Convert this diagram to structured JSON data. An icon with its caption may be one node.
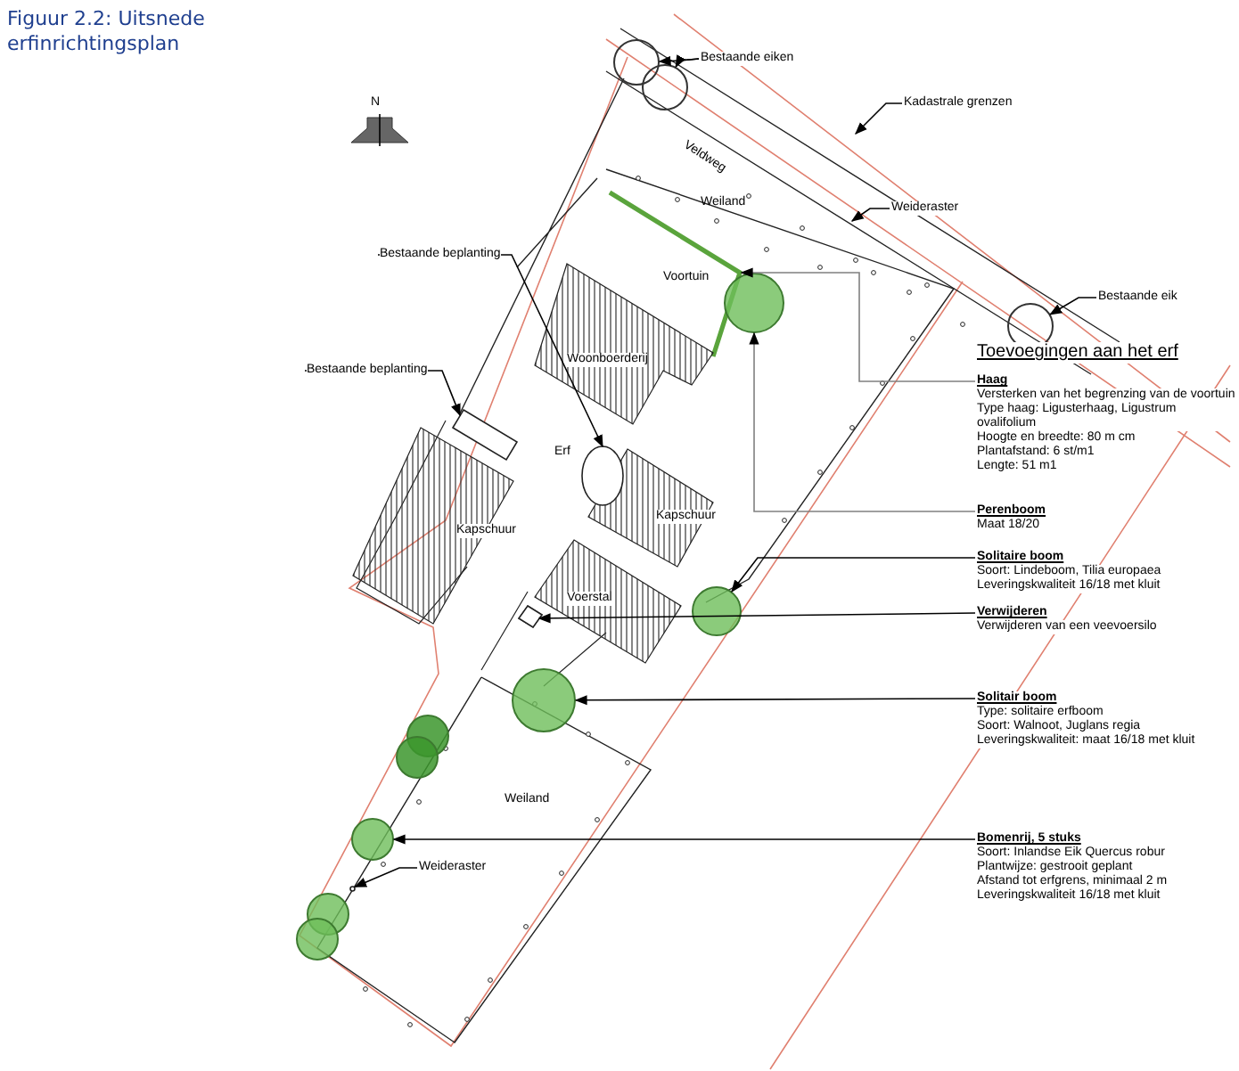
{
  "diagram": {
    "title": "Figuur 2.2: Uitsnede erfinrichtingsplan",
    "nodes": [
      {
        "text": [
          "Bestaande eiken"
        ]
      },
      {
        "text": [],
        "shape": "circle"
      },
      {
        "text": [],
        "shape": "circle"
      },
      {
        "text": [
          "Kadastrale grenzen"
        ]
      },
      {
        "text": [
          "Weideraster"
        ]
      },
      {
        "text": [
          "Bestaande eik"
        ]
      },
      {
        "text": [],
        "shape": "circle"
      },
      {
        "text": [
          "Bestaande beplanting"
        ]
      },
      {
        "text": [],
        "shape": "circle"
      },
      {
        "text": [
          "Bestaande beplanting"
        ]
      },
      {
        "text": [
          "Haag",
          "Versterken van het begrenzing van de voortuin",
          "Type haag: Ligusterhaag, Ligustrum ovalifolium",
          "Hoogte en breedte: 80 m cm",
          "Plantafstand: 6 st/m1",
          "Lengte: 51 m1"
        ]
      },
      {
        "text": [
          "Perenboom",
          "Maat 18/20"
        ]
      },
      {
        "text": [
          "Solitaire boom",
          "Soort: Lindeboom, Tilia europaea",
          "Leveringskwaliteit 16/18 met kluit"
        ]
      },
      {
        "text": [],
        "shape": "circle"
      },
      {
        "text": [
          "Verwijderen",
          "Verwijderen van een veevoersilo"
        ]
      },
      {
        "text": [],
        "shape": "circle"
      },
      {
        "text": [
          "Solitair boom",
          "Type: solitaire erfboom",
          "Soort: Walnoot, Juglans regia",
          "Leveringskwaliteit: maat 16/18 met kluit"
        ]
      },
      {
        "text": [],
        "shape": "circle"
      },
      {
        "text": [],
        "shape": "circle"
      },
      {
        "text": [],
        "shape": "circle"
      },
      {
        "text": [],
        "shape": "circle"
      },
      {
        "text": [],
        "shape": "circle"
      },
      {
        "text": [
          "Bomenrij, 5 stuks",
          "Soort: Inlandse Eik Quercus robur",
          "Plantwijze: gestrooit geplant",
          "Afstand tot erfgrens, minimaal 2 m",
          "Leveringskwaliteit 16/18 met kluit"
        ]
      },
      {
        "text": [
          "Weideraster"
        ]
      },
      {
        "text": [],
        "shape": "circle"
      },
      {
        "text": [],
        "shape": "box"
      },
      {
        "text": [],
        "shape": "box"
      },
      {
        "text": [],
        "shape": "circle"
      }
    ],
    "edges": [
      {
        "from": 0,
        "to": 1,
        "arrow": "to"
      },
      {
        "from": 0,
        "to": 2,
        "arrow": "to"
      },
      {
        "from": 3,
        "to": null,
        "arrow": "to"
      },
      {
        "from": 4,
        "to": null,
        "arrow": "to"
      },
      {
        "from": 5,
        "to": 6,
        "arrow": "to"
      },
      {
        "from": 7,
        "to": 24,
        "arrow": "to"
      },
      {
        "from": 9,
        "to": 25,
        "arrow": "to"
      },
      {
        "from": 10,
        "to": 8,
        "arrow": "to",
        "color": "#808080"
      },
      {
        "from": 11,
        "to": 8,
        "arrow": "to",
        "color": "#808080"
      },
      {
        "from": 12,
        "to": 13,
        "arrow": "to"
      },
      {
        "from": 14,
        "to": 26,
        "arrow": "to"
      },
      {
        "from": 16,
        "to": 15,
        "arrow": "to"
      },
      {
        "from": 22,
        "to": 19,
        "arrow": "to"
      },
      {
        "from": 23,
        "to": 27,
        "arrow": "to"
      }
    ],
    "labels": [
      "N",
      "Veldweg",
      "Weiland",
      "Voortuin",
      "Woonboerderij",
      "Erf",
      "Kapschuur",
      "Kapschuur",
      "Voerstal",
      "Weiland",
      "Toevoegingen aan het erf"
    ]
  }
}
